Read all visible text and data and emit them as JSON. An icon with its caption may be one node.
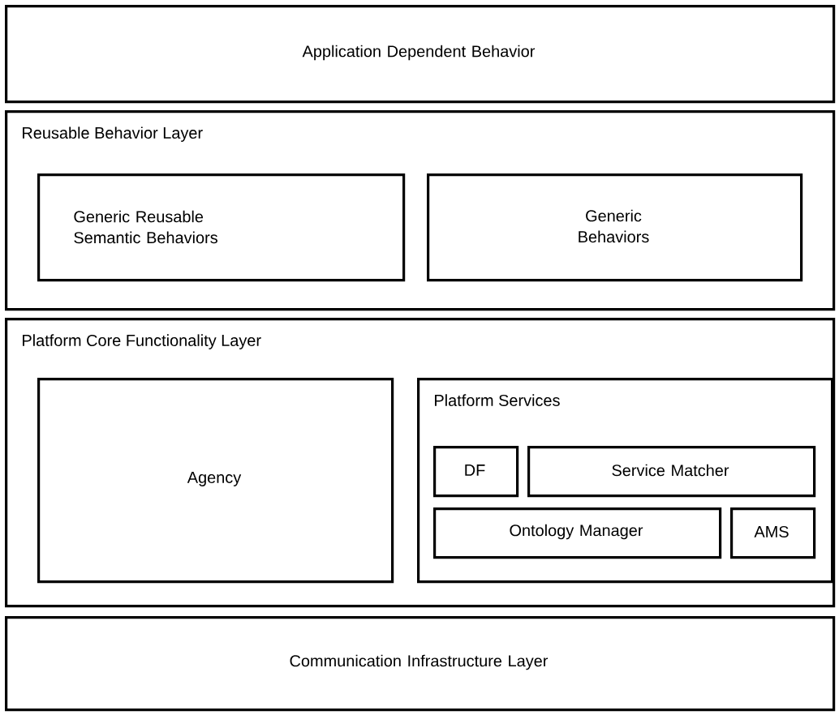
{
  "diagram": {
    "nodes": [
      {
        "text": [
          "Application Dependent Behavior"
        ]
      },
      {
        "text": [
          "Reusable Behavior Layer"
        ]
      },
      {
        "text": [
          "Generic Reusable Semantic Behaviors"
        ],
        "in": 1
      },
      {
        "text": [
          "Generic Behaviors"
        ],
        "in": 1
      },
      {
        "text": [
          "Platform Core Functionality Layer"
        ]
      },
      {
        "text": [
          "Agency"
        ],
        "in": 4
      },
      {
        "text": [
          "Platform Services"
        ],
        "in": 4
      },
      {
        "text": [
          "DF"
        ],
        "in": 6
      },
      {
        "text": [
          "Service Matcher"
        ],
        "in": 6
      },
      {
        "text": [
          "Ontology Manager"
        ],
        "in": 6
      },
      {
        "text": [
          "AMS"
        ],
        "in": 6
      },
      {
        "text": [
          "Communication Infrastructure Layer"
        ]
      }
    ]
  }
}
